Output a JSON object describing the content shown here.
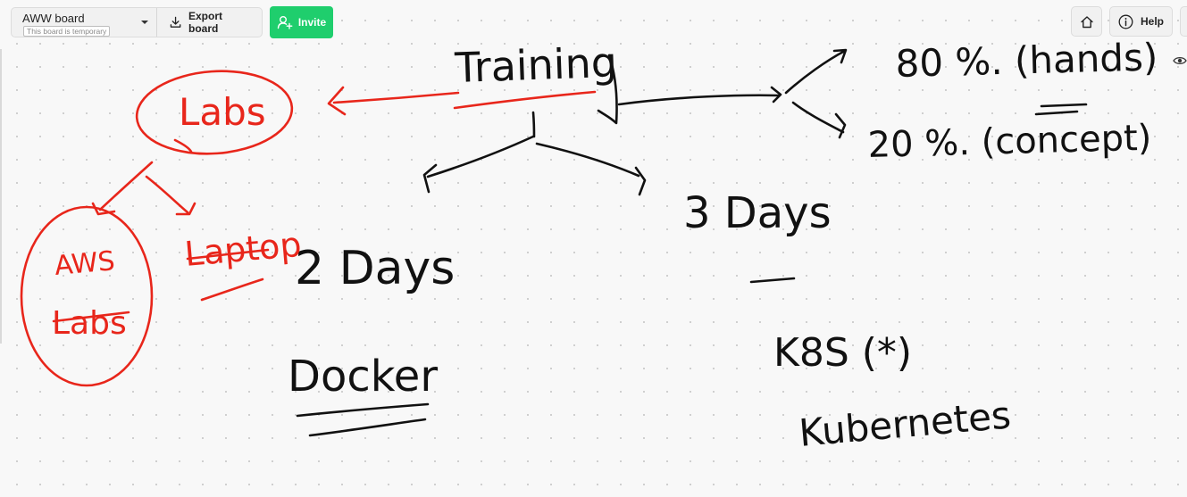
{
  "toolbar": {
    "board_name": "AWW board",
    "temp_label": "This board is temporary",
    "export_label": "Export board",
    "invite_label": "Invite",
    "help_label": "Help"
  },
  "icons": {
    "dropdown": "chevron-down-icon",
    "export": "download-icon",
    "invite": "add-user-icon",
    "home": "home-icon",
    "help": "info-icon",
    "eye": "eye-icon"
  },
  "colors": {
    "invite_bg": "#1fce6d",
    "ink_black": "#111111",
    "ink_red": "#e8261b"
  },
  "whiteboard": {
    "training": "Training",
    "pct80": "80 %. (hands)",
    "pct20": "20 %. (concept)",
    "labs": "Labs",
    "aws": "AWS",
    "aws_labs": "Labs",
    "laptop": "Laptop",
    "days2": "2 Days",
    "docker": "Docker",
    "days3": "3 Days",
    "k8s": "K8S (*)",
    "kubernetes": "Kubernetes"
  }
}
